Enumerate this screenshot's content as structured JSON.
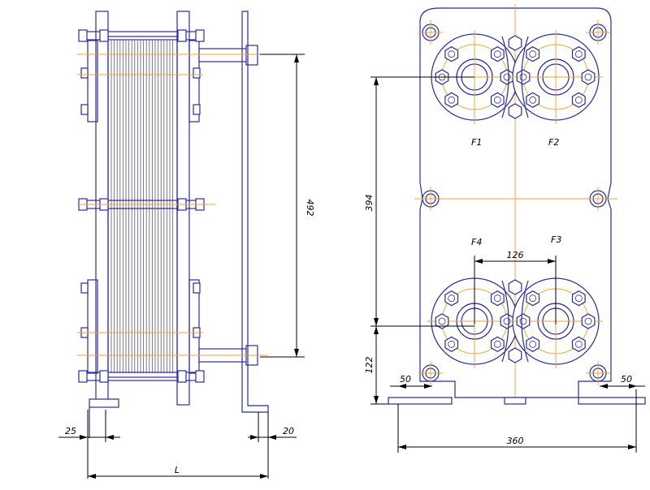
{
  "dimensions": {
    "height_total": "492",
    "width_left_offset": "25",
    "frame_offset_right": "20",
    "length_symbol": "L",
    "port_vertical": "394",
    "port_horizontal": "126",
    "bottom_port_height": "122",
    "foot_left": "50",
    "foot_right": "50",
    "total_width": "360"
  },
  "ports": {
    "f1": "F1",
    "f2": "F2",
    "f3": "F3",
    "f4": "F4"
  },
  "colors": {
    "outline": "#2b2b9a",
    "centerline": "#f0a030",
    "dimension": "#000000"
  }
}
